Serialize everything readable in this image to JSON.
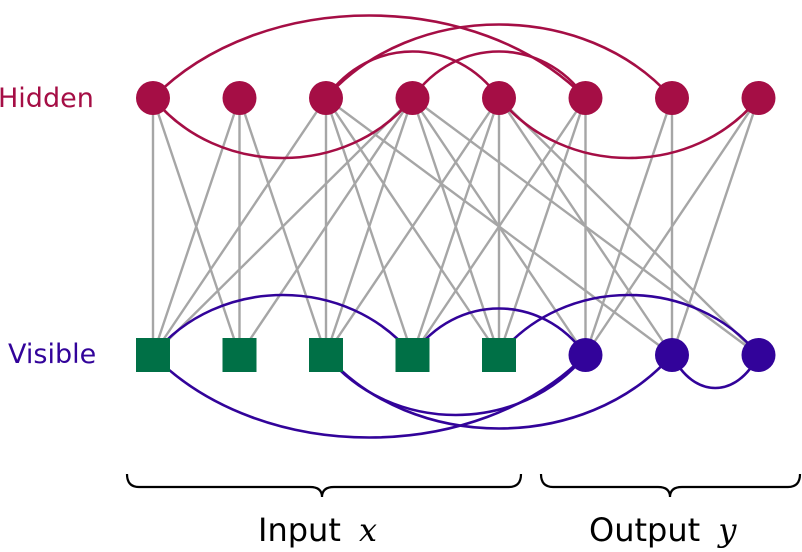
{
  "labels": {
    "hidden": "Hidden",
    "visible": "Visible",
    "input_word": "Input",
    "input_var": "x",
    "output_word": "Output",
    "output_var": "y"
  },
  "colors": {
    "hidden": "#a50e45",
    "visible_input": "#007046",
    "visible_output": "#32039a",
    "cross_edges": "#a6a6a6",
    "braces": "#000000"
  },
  "nodes": {
    "hidden_count": 8,
    "visible_input_count": 5,
    "visible_output_count": 3
  },
  "edges": {
    "cross": [
      [
        0,
        0
      ],
      [
        0,
        1
      ],
      [
        1,
        0
      ],
      [
        1,
        1
      ],
      [
        1,
        2
      ],
      [
        2,
        0
      ],
      [
        2,
        2
      ],
      [
        2,
        3
      ],
      [
        2,
        4
      ],
      [
        2,
        6
      ],
      [
        3,
        0
      ],
      [
        3,
        1
      ],
      [
        3,
        2
      ],
      [
        3,
        4
      ],
      [
        3,
        5
      ],
      [
        3,
        7
      ],
      [
        4,
        2
      ],
      [
        4,
        3
      ],
      [
        4,
        4
      ],
      [
        4,
        6
      ],
      [
        4,
        7
      ],
      [
        5,
        3
      ],
      [
        5,
        4
      ],
      [
        5,
        5
      ],
      [
        6,
        5
      ],
      [
        6,
        6
      ],
      [
        7,
        5
      ],
      [
        7,
        6
      ]
    ],
    "hidden_arcs": [
      [
        0,
        5,
        "above"
      ],
      [
        2,
        4,
        "above"
      ],
      [
        2,
        6,
        "above"
      ],
      [
        3,
        5,
        "above"
      ],
      [
        0,
        3,
        "below"
      ],
      [
        4,
        7,
        "below"
      ]
    ],
    "visible_arcs": [
      [
        0,
        3,
        "above"
      ],
      [
        3,
        5,
        "above"
      ],
      [
        4,
        7,
        "above"
      ],
      [
        0,
        5,
        "below"
      ],
      [
        2,
        6,
        "below"
      ],
      [
        2,
        5,
        "below"
      ],
      [
        6,
        7,
        "below"
      ]
    ]
  }
}
